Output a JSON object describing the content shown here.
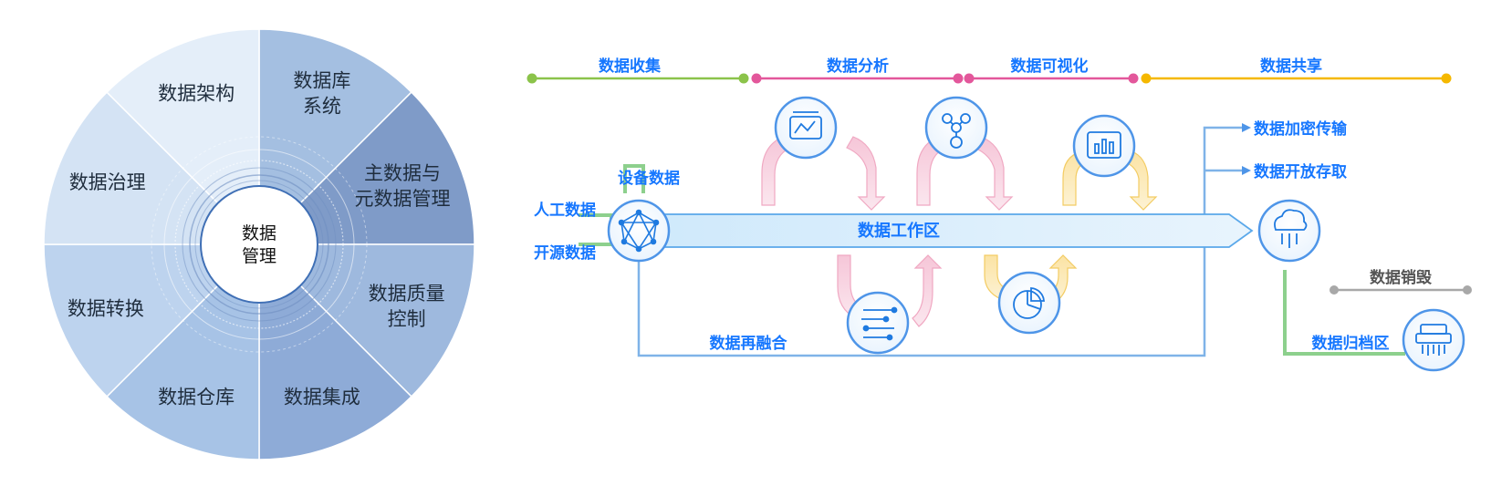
{
  "wheel": {
    "center_line1": "数据",
    "center_line2": "管理",
    "segments": [
      {
        "line1": "数据库",
        "line2": "系统"
      },
      {
        "line1": "主数据与",
        "line2": "元数据管理"
      },
      {
        "line1": "数据质量",
        "line2": "控制"
      },
      {
        "line1": "数据集成",
        "line2": ""
      },
      {
        "line1": "数据仓库",
        "line2": ""
      },
      {
        "line1": "数据转换",
        "line2": ""
      },
      {
        "line1": "数据治理",
        "line2": ""
      },
      {
        "line1": "数据架构",
        "line2": ""
      }
    ]
  },
  "flow": {
    "phases": [
      {
        "label": "数据收集",
        "color": "#8bc34a"
      },
      {
        "label": "数据分析",
        "color": "#e3579b"
      },
      {
        "label": "数据可视化",
        "color": "#e3579b"
      },
      {
        "label": "数据共享",
        "color": "#f5b800"
      }
    ],
    "inputs": {
      "device": "设备数据",
      "manual": "人工数据",
      "open": "开源数据"
    },
    "workzone": "数据工作区",
    "refusion": "数据再融合",
    "outputs": {
      "encrypt": "数据加密传输",
      "open_access": "数据开放存取"
    },
    "destroy": "数据销毁",
    "archive": "数据归档区"
  }
}
